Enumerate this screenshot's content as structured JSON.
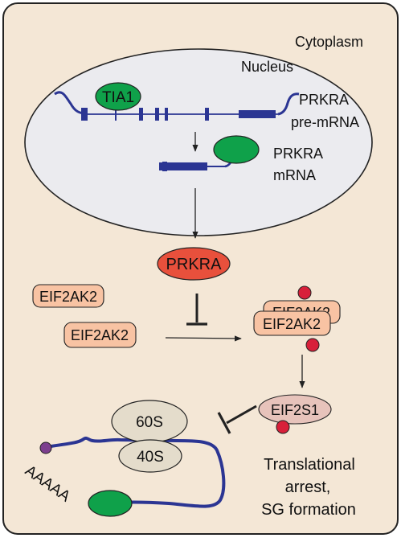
{
  "compartments": {
    "cytoplasm": "Cytoplasm",
    "nucleus": "Nucleus"
  },
  "proteins": {
    "tia1": "TIA1",
    "prkra": "PRKRA",
    "eif2ak2_free": "EIF2AK2",
    "eif2ak2_inactive": "EIF2AK2",
    "eif2ak2_dimer_back": "EIF2AK2",
    "eif2ak2_dimer_front": "EIF2AK2",
    "eif2s1": "EIF2S1"
  },
  "transcripts": {
    "pre_mrna_line1": "PRKRA",
    "pre_mrna_line2": "pre-mRNA",
    "mrna_line1": "PRKRA",
    "mrna_line2": "mRNA"
  },
  "ribosome": {
    "large": "60S",
    "small": "40S",
    "polya": "AAAAA"
  },
  "outcome": {
    "line1": "Translational",
    "line2": "arrest,",
    "line3": "SG formation"
  },
  "colors": {
    "cytoplasm_fill": "#f4e7d6",
    "nucleus_fill": "#ebebef",
    "tia1_green": "#0fa14a",
    "rna_blue": "#2b3593",
    "prkra_red": "#e8503c",
    "eif2ak2_peach": "#f8c3a3",
    "eif2s1_pink": "#e7c3bb",
    "phospho_red": "#d8203a",
    "ribosome_tan": "#e4dccb",
    "cap_purple": "#7c3f8e"
  }
}
